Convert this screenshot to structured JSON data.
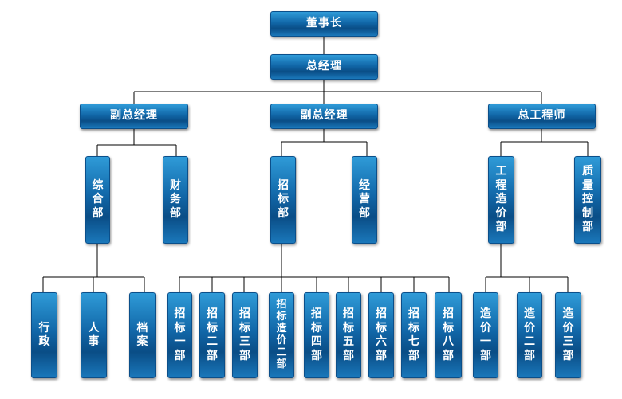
{
  "org_chart": {
    "chairman": "董事长",
    "general_manager": "总经理",
    "vp_left": "副总经理",
    "vp_center": "副总经理",
    "chief_engineer": "总工程师",
    "general_dept": "综合部",
    "finance_dept": "财务部",
    "bidding_dept": "招标部",
    "operations_dept": "经营部",
    "cost_dept": "工程造价部",
    "quality_dept": "质量控制部",
    "admin": "行政",
    "hr": "人事",
    "archives": "档案",
    "bid_1": "招标一部",
    "bid_2": "招标二部",
    "bid_3": "招标三部",
    "bid_cost_2": "招标造价二部",
    "bid_4": "招标四部",
    "bid_5": "招标五部",
    "bid_6": "招标六部",
    "bid_7": "招标七部",
    "bid_8": "招标八部",
    "cost_1": "造价一部",
    "cost_2": "造价二部",
    "cost_3": "造价三部"
  }
}
